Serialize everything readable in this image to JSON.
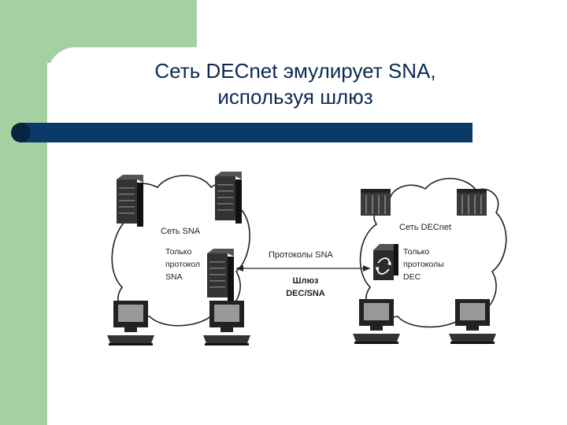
{
  "slide": {
    "title_line1": "Сеть DECnet эмулирует SNA,",
    "title_line2": "используя шлюз"
  },
  "diagram": {
    "left_network": {
      "name": "Сеть SNA",
      "note_lines": [
        "Только",
        "протокол",
        "SNA"
      ]
    },
    "right_network": {
      "name": "Сеть DECnet",
      "note_lines": [
        "Только",
        "протоколы",
        "DEC"
      ]
    },
    "link_label": "Протоколы SNA",
    "gateway_lines": [
      "Шлюз",
      "DEC/SNA"
    ]
  },
  "colors": {
    "green": "#a5d0a1",
    "title": "#0d2a52",
    "bar": "#0c3a68"
  }
}
